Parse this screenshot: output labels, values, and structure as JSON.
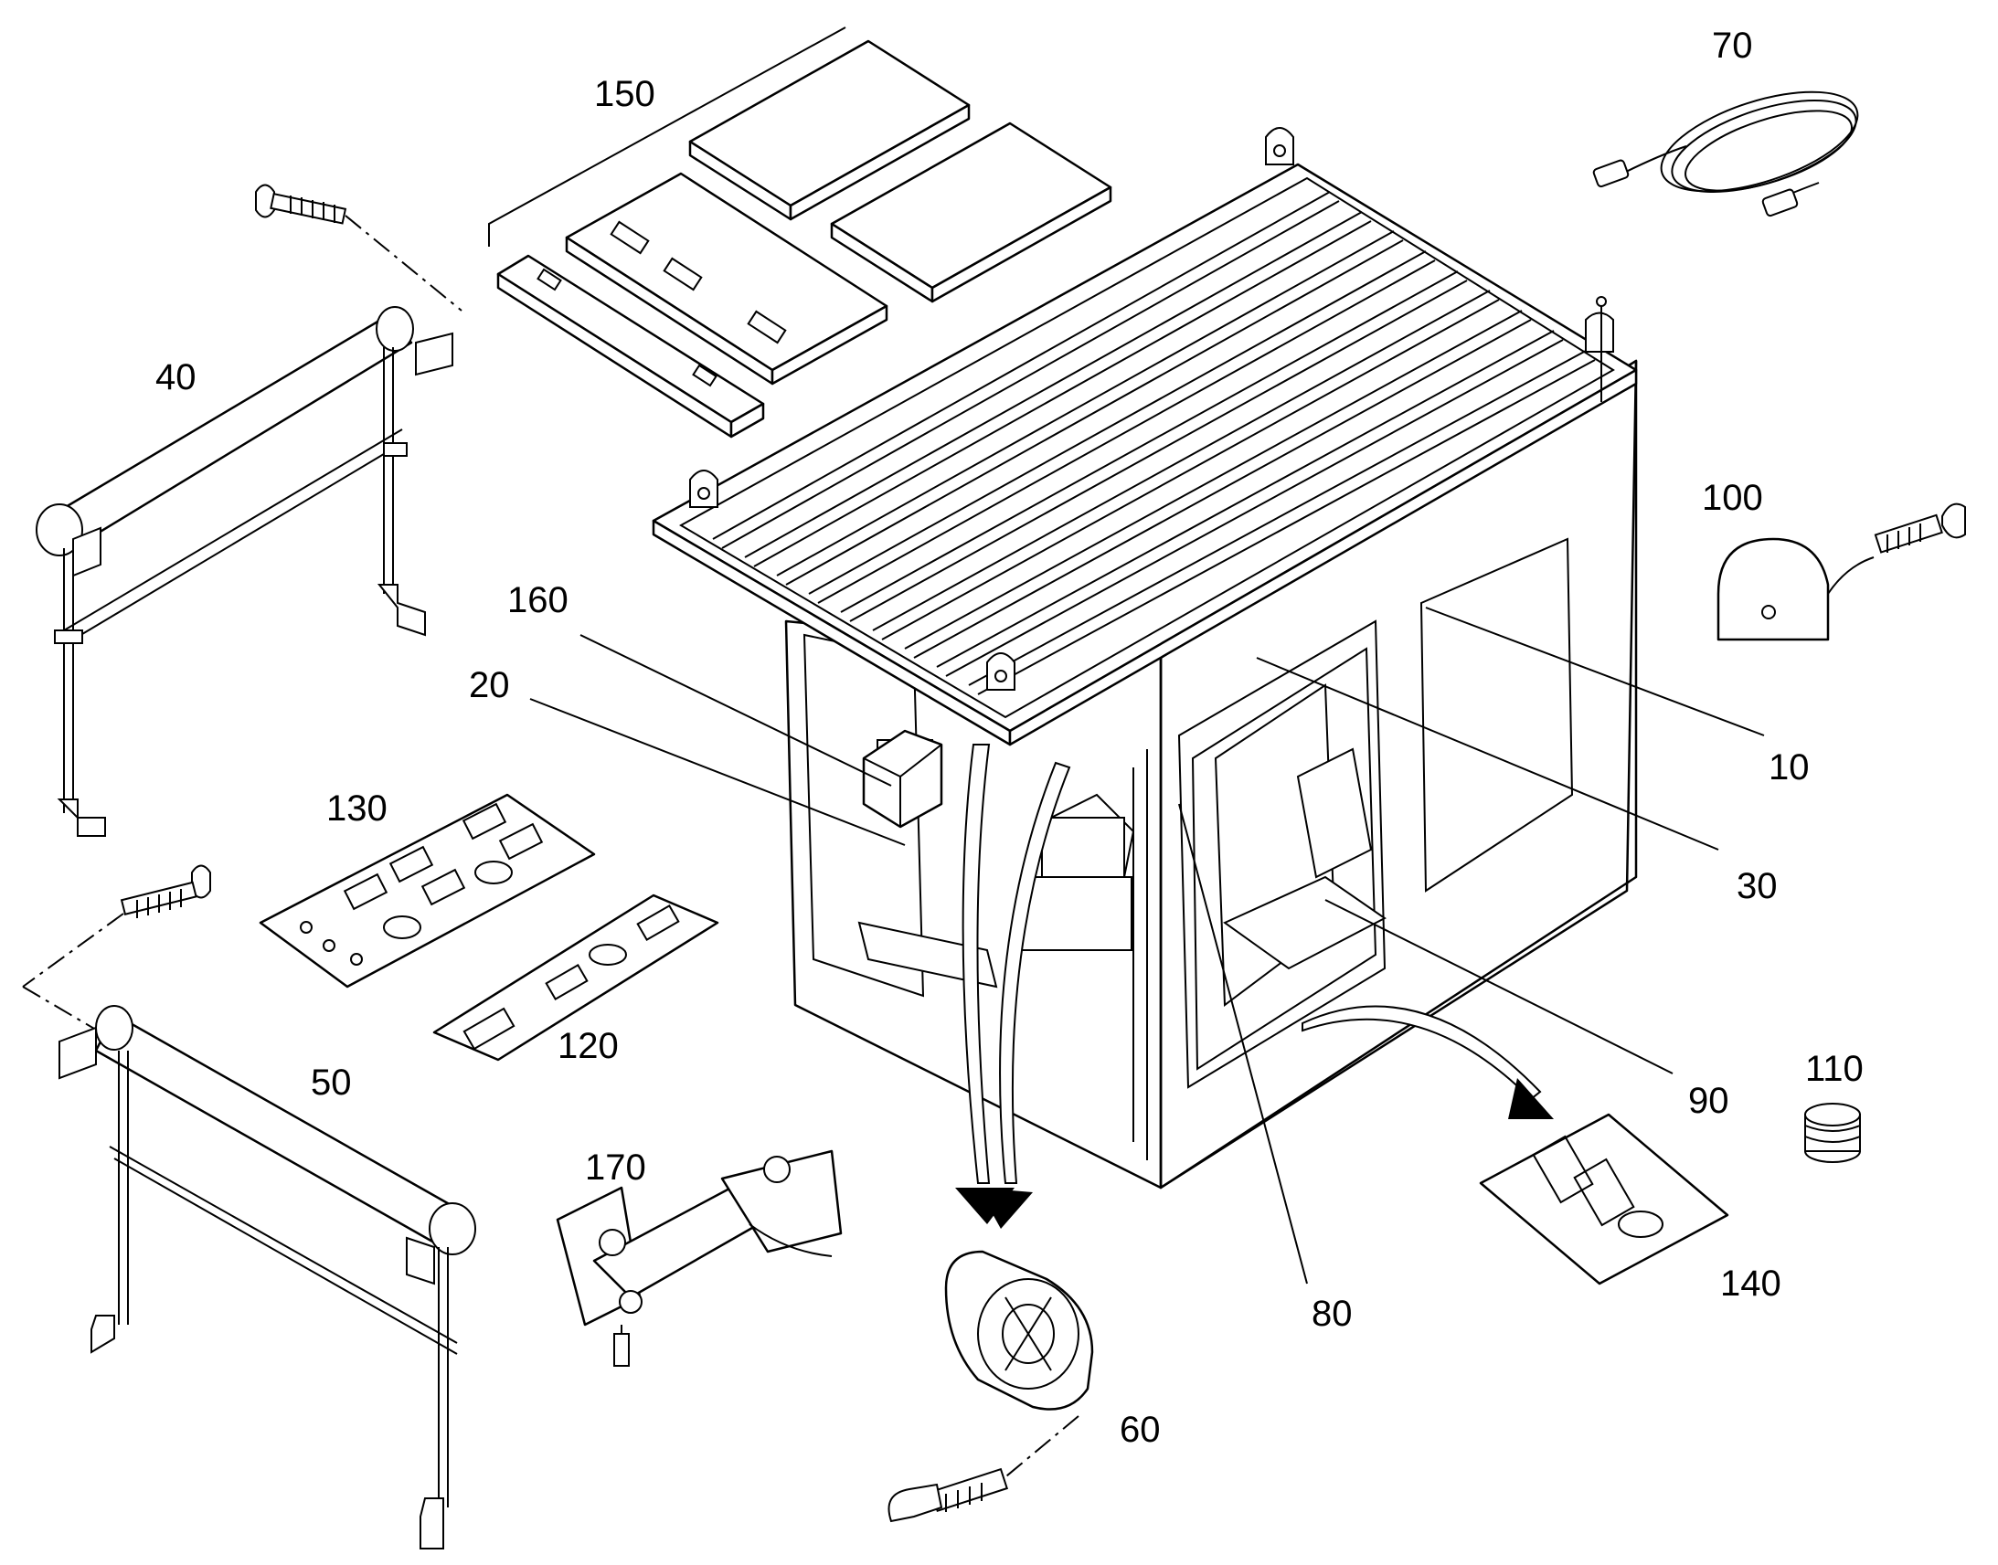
{
  "diagram": {
    "callouts": [
      {
        "id": "c10",
        "label": "10"
      },
      {
        "id": "c20",
        "label": "20"
      },
      {
        "id": "c30",
        "label": "30"
      },
      {
        "id": "c40",
        "label": "40"
      },
      {
        "id": "c50",
        "label": "50"
      },
      {
        "id": "c60",
        "label": "60"
      },
      {
        "id": "c70",
        "label": "70"
      },
      {
        "id": "c80",
        "label": "80"
      },
      {
        "id": "c90",
        "label": "90"
      },
      {
        "id": "c100",
        "label": "100"
      },
      {
        "id": "c110",
        "label": "110"
      },
      {
        "id": "c120",
        "label": "120"
      },
      {
        "id": "c130",
        "label": "130"
      },
      {
        "id": "c140",
        "label": "140"
      },
      {
        "id": "c150",
        "label": "150"
      },
      {
        "id": "c160",
        "label": "160"
      },
      {
        "id": "c170",
        "label": "170"
      }
    ]
  }
}
